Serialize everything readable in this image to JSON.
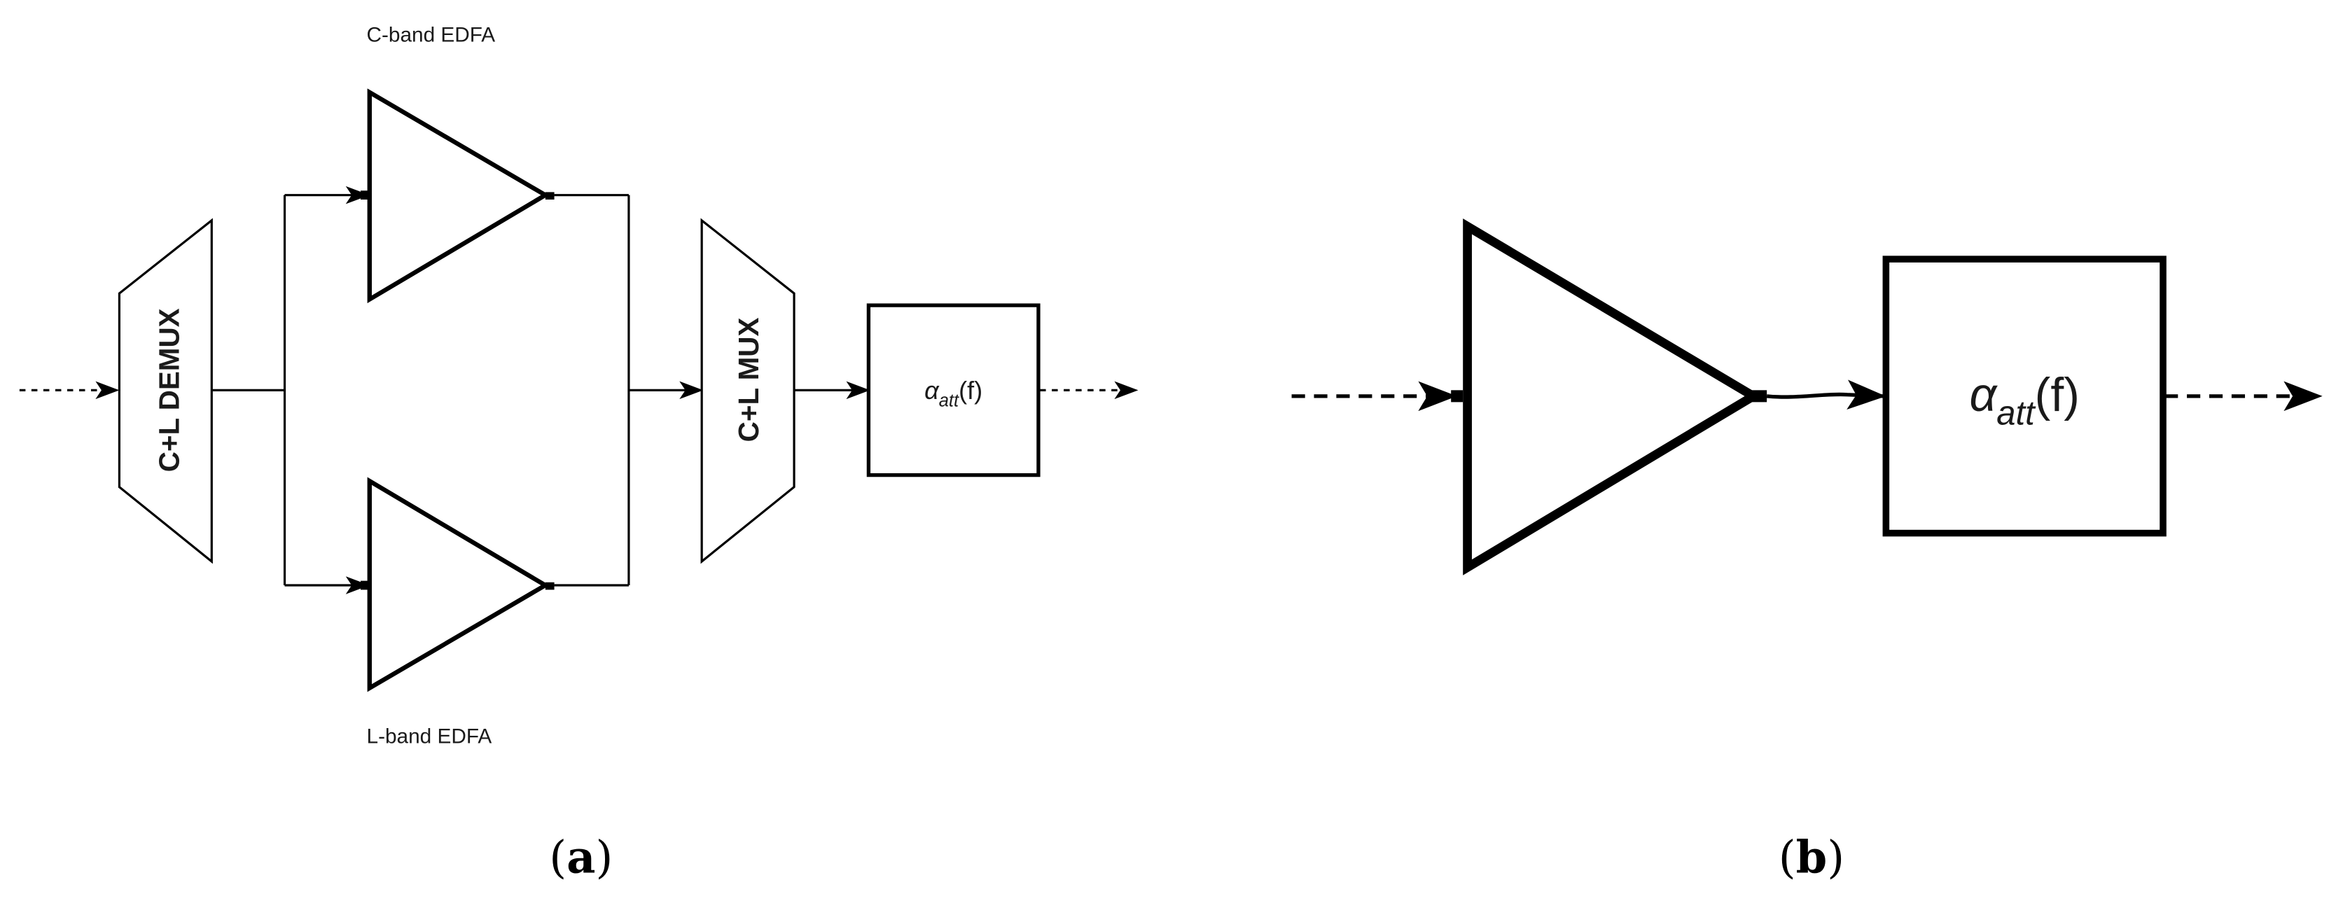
{
  "panel_a": {
    "c_band_label": "C-band EDFA",
    "l_band_label": "L-band EDFA",
    "demux_label": "C+L DEMUX",
    "mux_label": "C+L MUX",
    "attenuator": {
      "symbol": "α",
      "subscript": "att",
      "argument": "(f)"
    },
    "caption_open": "(",
    "caption_letter": "a",
    "caption_close": ")"
  },
  "panel_b": {
    "attenuator": {
      "symbol": "α",
      "subscript": "att",
      "argument": "(f)"
    },
    "caption_open": "(",
    "caption_letter": "b",
    "caption_close": ")"
  }
}
